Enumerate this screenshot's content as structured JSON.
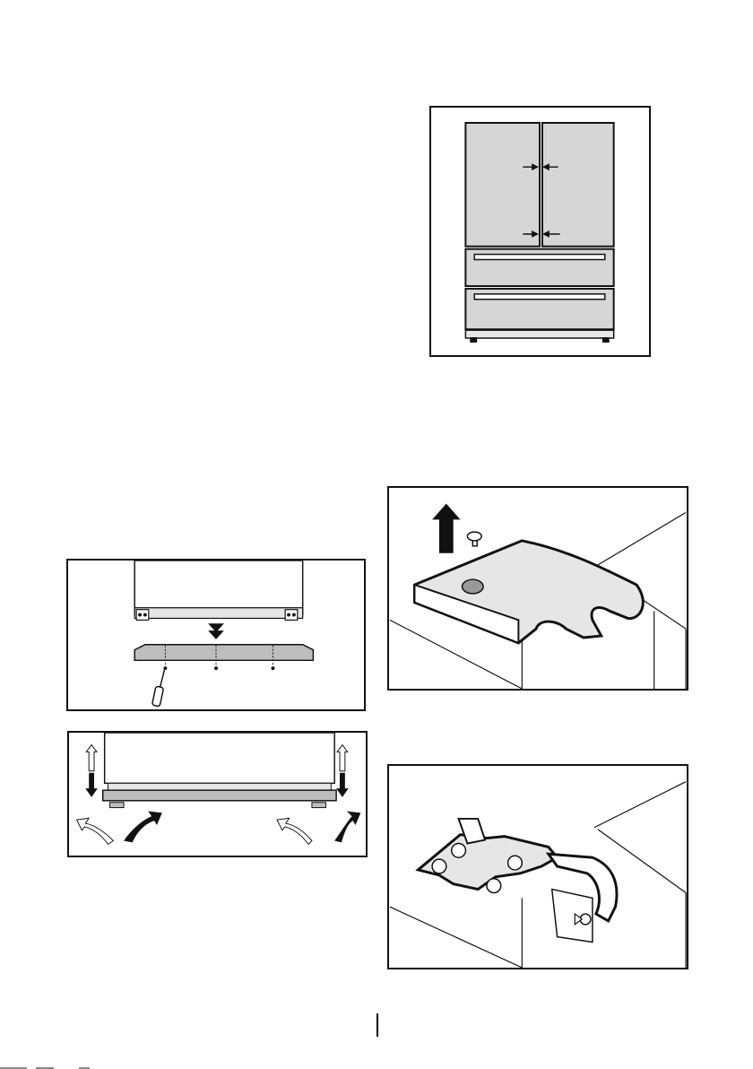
{
  "page": {
    "figures": [
      {
        "id": "fridge-front",
        "description_visible_text": ""
      },
      {
        "id": "plinth-assembly",
        "description_visible_text": ""
      },
      {
        "id": "foot-levelling",
        "description_visible_text": ""
      },
      {
        "id": "hinge-cover-removal",
        "description_visible_text": ""
      },
      {
        "id": "hinge-bracket",
        "description_visible_text": ""
      }
    ]
  },
  "colors": {
    "ink": "#111111",
    "panel_fill": "#d6d6d6",
    "plinth_fill": "#bdbdbd",
    "hinge_cover_fill": "#e6e6e6",
    "arrow_fill": "#111111",
    "arrow_light": "#ffffff"
  },
  "icons": [
    "up-arrow-icon",
    "down-arrow-icon",
    "curved-arrow-icon",
    "screwdriver-icon",
    "screw-icon"
  ]
}
